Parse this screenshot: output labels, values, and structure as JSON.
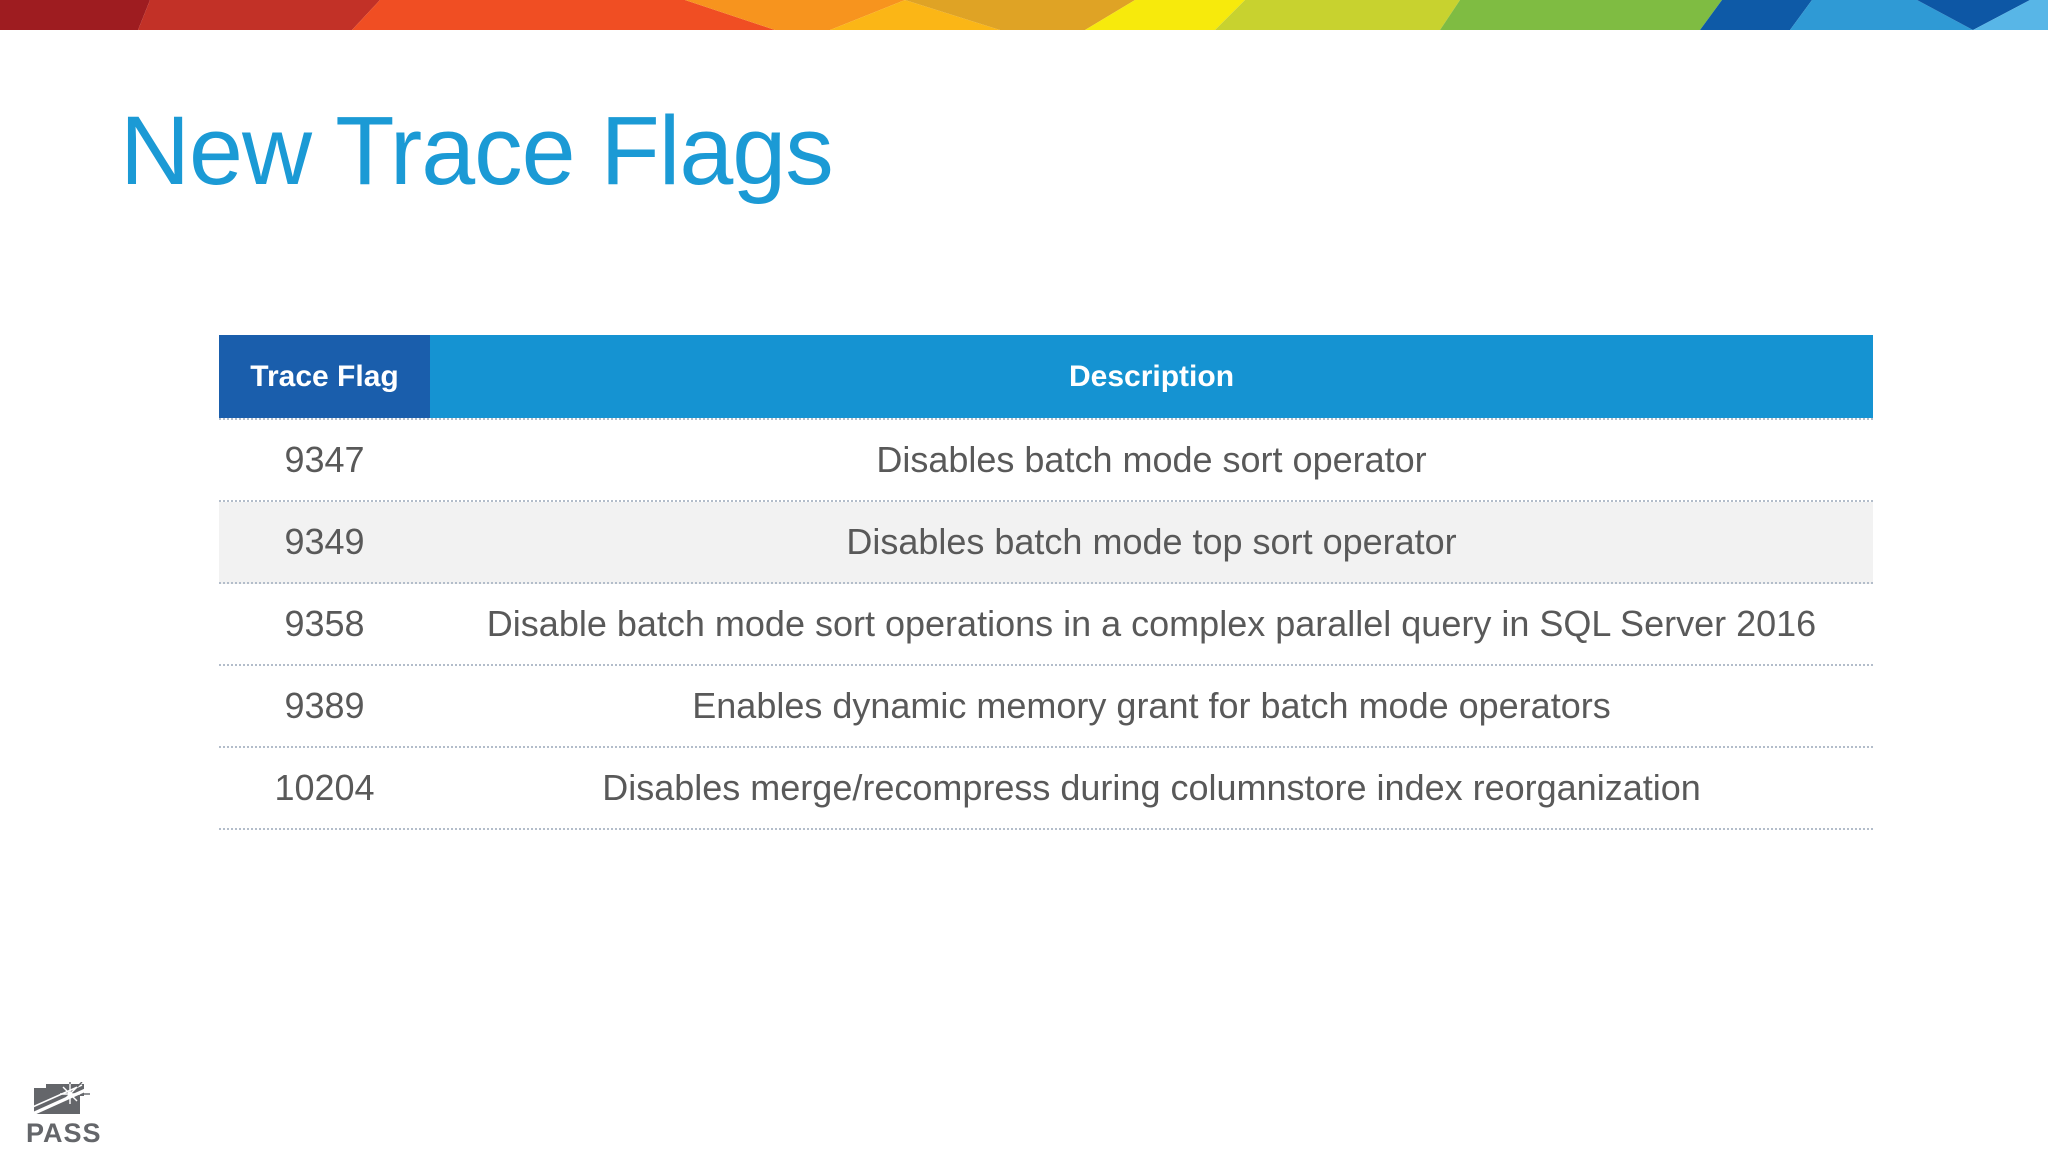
{
  "slide": {
    "title": "New Trace Flags"
  },
  "table": {
    "columns": [
      {
        "label": "Trace Flag"
      },
      {
        "label": "Description"
      }
    ],
    "rows": [
      {
        "flag": "9347",
        "description": "Disables batch mode sort operator"
      },
      {
        "flag": "9349",
        "description": "Disables batch mode top sort operator"
      },
      {
        "flag": "9358",
        "description": "Disable batch mode sort operations in a complex parallel query in SQL Server 2016"
      },
      {
        "flag": "9389",
        "description": "Enables dynamic memory grant for batch mode operators"
      },
      {
        "flag": "10204",
        "description": "Disables merge/recompress during columnstore index reorganization"
      }
    ]
  },
  "footer": {
    "logo_text": "PASS"
  },
  "colors": {
    "title": "#1B9AD5",
    "header_flag_bg": "#1A5EAC",
    "header_desc_bg": "#1593D2",
    "header_text": "#FFFFFF",
    "row_text": "#595959",
    "row_band_bg": "#F2F2F2",
    "row_border": "#B3BDCA",
    "logo_gray": "#64666A"
  },
  "banner": {
    "colors": [
      "#9E1C20",
      "#C23127",
      "#F04E23",
      "#F7941E",
      "#FBB616",
      "#DFA325",
      "#F7EA0C",
      "#C8D22F",
      "#7FBC42",
      "#0E5AA7",
      "#2F9AD5",
      "#0D57A5",
      "#58B6E7"
    ]
  }
}
